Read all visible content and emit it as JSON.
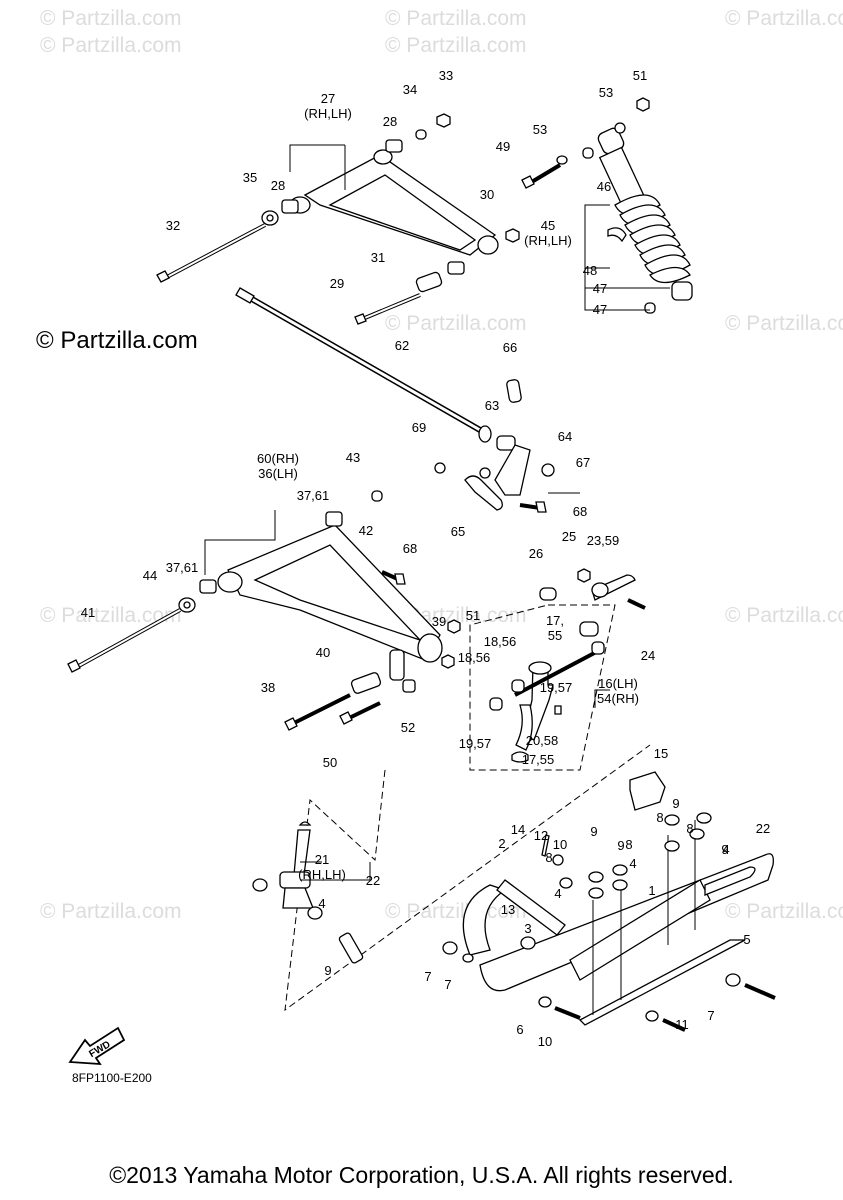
{
  "diagram": {
    "watermark_text": "© Partzilla.com",
    "drawing_code": "8FP1100-E200",
    "fwd_label": "FWD",
    "labels": [
      "33",
      "34",
      "51",
      "53",
      "27\n(RH,LH)",
      "28",
      "53",
      "49",
      "46",
      "35",
      "28",
      "30",
      "45\n(RH,LH)",
      "32",
      "31",
      "48",
      "29",
      "47",
      "47",
      "62",
      "66",
      "63",
      "64",
      "67",
      "69",
      "60(RH)\n36(LH)",
      "43",
      "37,61",
      "42",
      "65",
      "68",
      "68",
      "44",
      "37,61",
      "26",
      "25",
      "23,59",
      "41",
      "39",
      "51",
      "17,\n55",
      "24",
      "18,56",
      "18,56",
      "16(LH)\n54(RH)",
      "40",
      "19,57",
      "38",
      "52",
      "20,58",
      "19,57",
      "50",
      "17,55",
      "15",
      "14",
      "12",
      "10",
      "9",
      "9",
      "9",
      "8",
      "8",
      "8",
      "2",
      "8",
      "4",
      "4",
      "4",
      "1",
      "22",
      "21\n(RH,LH)",
      "22",
      "4",
      "9",
      "13",
      "9",
      "7",
      "3",
      "7",
      "5",
      "6",
      "10",
      "11",
      "7"
    ],
    "copyright": "©2013 Yamaha Motor Corporation, U.S.A. All rights reserved."
  }
}
